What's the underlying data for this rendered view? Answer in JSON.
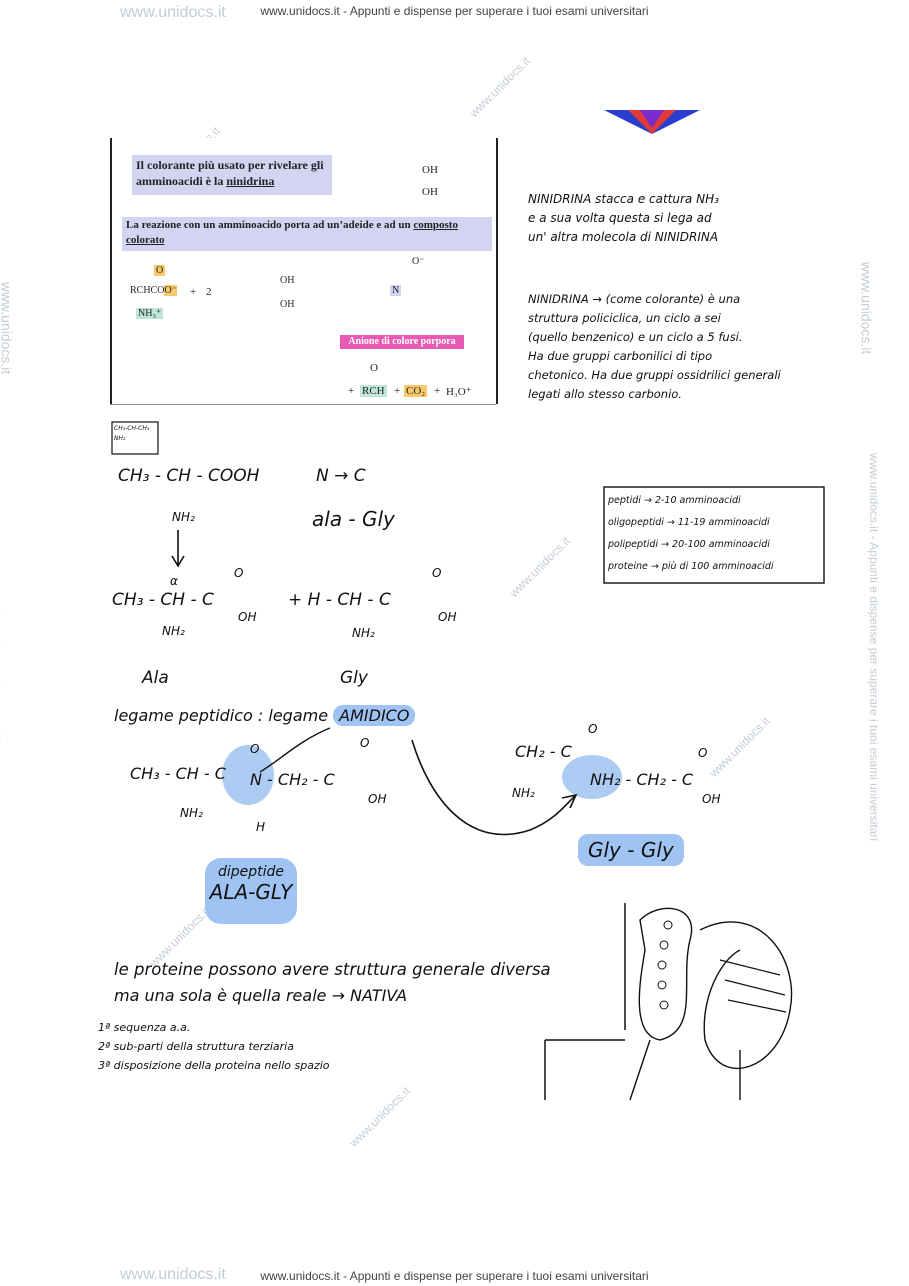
{
  "header": {
    "top": "www.unidocs.it - Appunti e dispense per superare i tuoi esami universitari",
    "bottom": "www.unidocs.it - Appunti e dispense per superare i tuoi esami universitari",
    "watermark": "www.unidocs.it"
  },
  "slide": {
    "intro_prefix": "Il colorante più usato per rivelare gli amminoacidi  è la ",
    "intro_keyword": "ninidrina",
    "reaction_prefix": "La reazione con un amminoacido porta ad un’adeide  e ad un ",
    "reaction_keyword": "composto colorato",
    "anion_label": "Anione di colore porpora",
    "chem": {
      "oh": "OH",
      "rch": "RCHCO",
      "nh3": "NH₃⁺",
      "plus": "+",
      "two": "2",
      "n": "N",
      "o_minus": "O⁻",
      "o": "O",
      "rch2": "RCH",
      "co2": "CO₂",
      "h3o": "H₃O⁺"
    }
  },
  "notes": {
    "ninidrina_1": [
      "NINIDRINA stacca e cattura NH₃",
      "e a sua volta questa si lega ad",
      "un' altra molecola di NINIDRINA"
    ],
    "ninidrina_2": [
      "NINIDRINA → (come colorante) è una",
      "struttura policiclica, un ciclo a sei",
      "(quello benzenico) e un ciclo a 5 fusi.",
      "Ha due gruppi carbonilici di tipo",
      "chetonico. Ha due gruppi ossidrilici generali",
      "legati allo stesso carbonio."
    ],
    "peptide_box": [
      "peptidi → 2-10 amminoacidi",
      "oligopeptidi → 11-19 amminoacidi",
      "polipeptidi → 20-100 amminoacidi",
      "proteine → più di 100 amminoacidi"
    ],
    "small_box": [
      "CH₃-CH-CH₃",
      "NH₂"
    ],
    "ala_formula": "CH₃ - CH - COOH",
    "ala_nh2": "NH₂",
    "direction": "N → C",
    "ala_gly": "ala - Gly",
    "ala_full": "CH₃ - CH - C",
    "gly_full": "+  H - CH - C",
    "oh": "OH",
    "o": "O",
    "alpha": "α",
    "ala": "Ala",
    "gly": "Gly",
    "bond_prefix": "legame peptidico : legame",
    "bond_keyword": "AMIDICO",
    "dipep_formula": "CH₃ - CH - C",
    "dipep_rest": "N - CH₂ - C",
    "h": "H",
    "glygly_formula": "CH₂ - C",
    "glygly_rest": "NH₂ - CH₂ - C",
    "glygly_label": "Gly - Gly",
    "dipeptide_label": "dipeptide",
    "dipeptide_name": "ALA-GLY",
    "proteins_1": "le proteine possono avere struttura generale diversa",
    "proteins_2": "ma una sola è quella reale → NATIVA",
    "list": [
      "1ª sequenza a.a.",
      "2ª sub-parti della struttura terziaria",
      "3ª disposizione della proteina nello spazio"
    ]
  }
}
